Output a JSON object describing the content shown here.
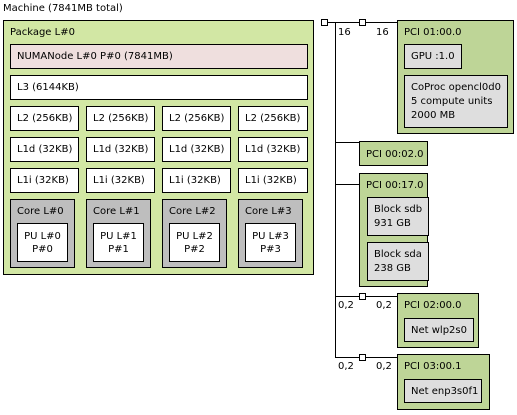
{
  "machine": {
    "label": "Machine (7841MB total)"
  },
  "package": {
    "label": "Package L#0",
    "numa": "NUMANode L#0 P#0 (7841MB)",
    "l3": "L3 (6144KB)",
    "l2": [
      "L2 (256KB)",
      "L2 (256KB)",
      "L2 (256KB)",
      "L2 (256KB)"
    ],
    "l1d": [
      "L1d (32KB)",
      "L1d (32KB)",
      "L1d (32KB)",
      "L1d (32KB)"
    ],
    "l1i": [
      "L1i (32KB)",
      "L1i (32KB)",
      "L1i (32KB)",
      "L1i (32KB)"
    ],
    "cores": [
      {
        "label": "Core L#0",
        "pu_line1": "PU L#0",
        "pu_line2": "P#0"
      },
      {
        "label": "Core L#1",
        "pu_line1": "PU L#1",
        "pu_line2": "P#1"
      },
      {
        "label": "Core L#2",
        "pu_line1": "PU L#2",
        "pu_line2": "P#2"
      },
      {
        "label": "Core L#3",
        "pu_line1": "PU L#3",
        "pu_line2": "P#3"
      }
    ]
  },
  "bus_labels": {
    "pci01_left": "16",
    "pci01_right": "16",
    "pci02_left": "0,2",
    "pci02_right": "0,2",
    "pci03_left": "0,2",
    "pci03_right": "0,2"
  },
  "pci": {
    "p01": {
      "label": "PCI 01:00.0",
      "gpu": "GPU :1.0",
      "coproc": [
        "CoProc opencl0d0",
        "5 compute units",
        "2000 MB"
      ]
    },
    "p02_0": {
      "label": "PCI 00:02.0"
    },
    "p17": {
      "label": "PCI 00:17.0",
      "sdb": [
        "Block sdb",
        "931 GB"
      ],
      "sda": [
        "Block sda",
        "238 GB"
      ]
    },
    "p0200": {
      "label": "PCI 02:00.0",
      "net": "Net wlp2s0"
    },
    "p0300": {
      "label": "PCI 03:00.1",
      "net": "Net enp3s0f1"
    }
  },
  "colors": {
    "package": "#d2e7a4",
    "numa": "#efdfde",
    "cache": "#ffffff",
    "core": "#bebebe",
    "pu": "#ffffff",
    "pci": "#bed597",
    "device": "#dedede"
  }
}
